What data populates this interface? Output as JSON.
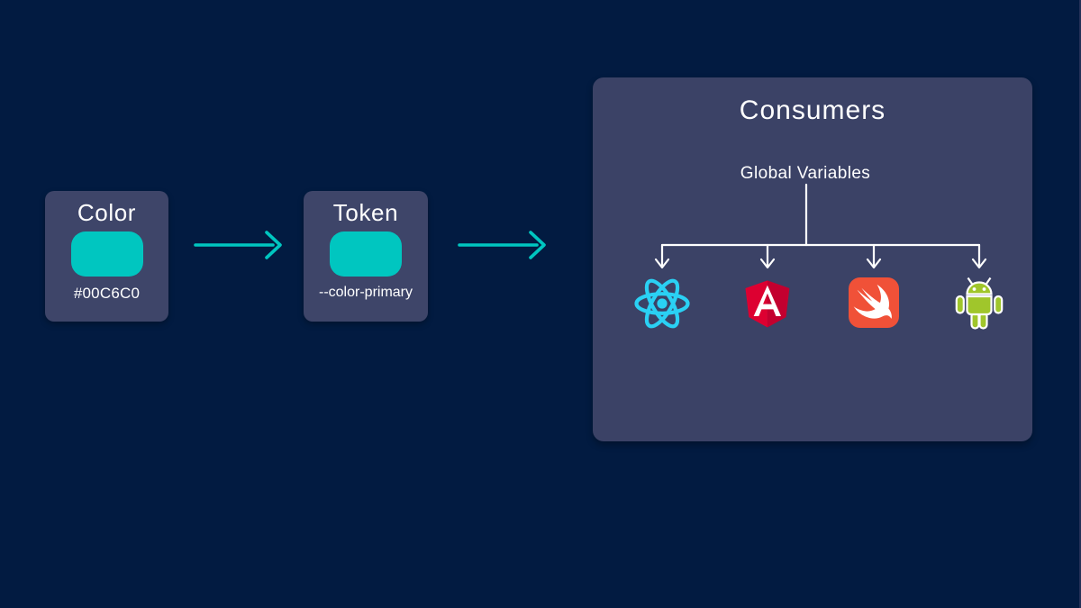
{
  "palette": {
    "background": "#021B41",
    "node_fill": "#3E4569",
    "panel_fill": "#3B4266",
    "accent_teal": "#00C6C0",
    "connector_white": "#FFFFFF",
    "react_cyan": "#2AD1F4",
    "angular_red_left": "#DD0031",
    "angular_red_right": "#C3002F",
    "swift_orange": "#F05138",
    "android_green": "#A0C62B"
  },
  "flow": {
    "color_node": {
      "title": "Color",
      "value": "#00C6C0"
    },
    "token_node": {
      "title": "Token",
      "value": "--color-primary"
    }
  },
  "consumers": {
    "title": "Consumers",
    "subtitle": "Global Variables",
    "items": [
      {
        "icon": "react-icon",
        "name": "react"
      },
      {
        "icon": "angular-icon",
        "name": "angular"
      },
      {
        "icon": "swift-icon",
        "name": "swift"
      },
      {
        "icon": "android-icon",
        "name": "android"
      }
    ]
  }
}
